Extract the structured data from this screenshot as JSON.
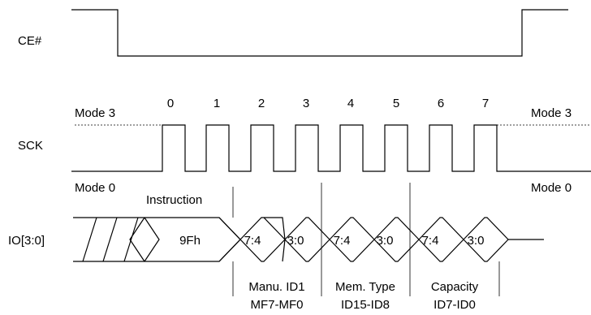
{
  "signals": {
    "ce": "CE#",
    "sck": "SCK",
    "io": "IO[3:0]"
  },
  "modes": {
    "mode3_left": "Mode 3",
    "mode0_left": "Mode 0",
    "mode3_right": "Mode 3",
    "mode0_right": "Mode 0"
  },
  "clock_numbers": [
    "0",
    "1",
    "2",
    "3",
    "4",
    "5",
    "6",
    "7"
  ],
  "instruction": {
    "label": "Instruction",
    "opcode": "9Fh"
  },
  "nibbles": [
    "7:4",
    "3:0",
    "7:4",
    "3:0",
    "7:4",
    "3:0"
  ],
  "fields": [
    {
      "line1": "Manu. ID1",
      "line2": "MF7-MF0"
    },
    {
      "line1": "Mem. Type",
      "line2": "ID15-ID8"
    },
    {
      "line1": "Capacity",
      "line2": "ID7-ID0"
    }
  ]
}
